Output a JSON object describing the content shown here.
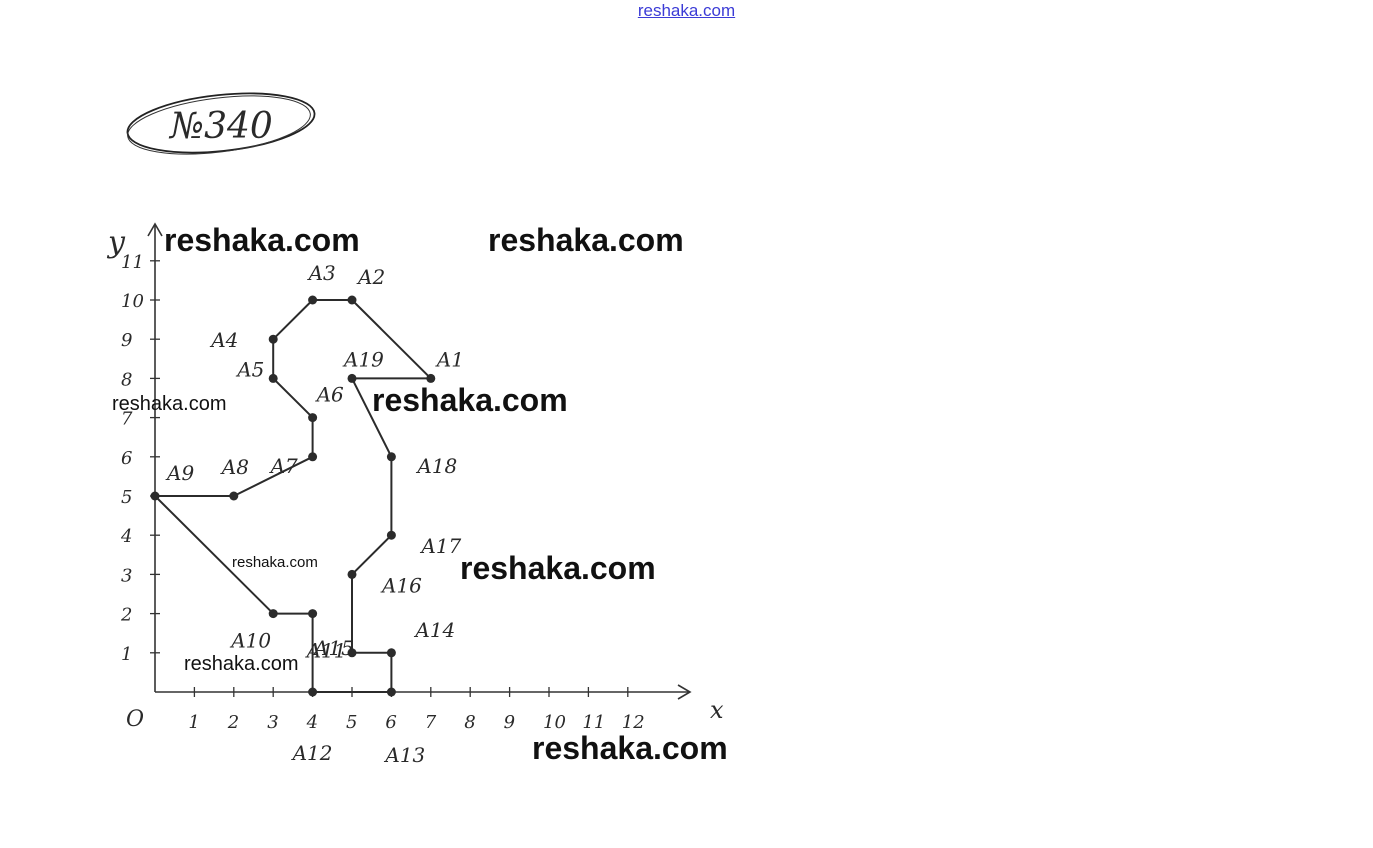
{
  "header": {
    "link_text": "reshaka.com"
  },
  "problem_label": "№340",
  "axes": {
    "x_label": "x",
    "y_label": "y",
    "origin_label": "O",
    "x_ticks": [
      "1",
      "2",
      "3",
      "4",
      "5",
      "6",
      "7",
      "8",
      "9",
      "10",
      "11",
      "12"
    ],
    "y_ticks": [
      "1",
      "2",
      "3",
      "4",
      "5",
      "6",
      "7",
      "8",
      "9",
      "10",
      "11"
    ]
  },
  "points": [
    {
      "name": "A1",
      "x": 7,
      "y": 8
    },
    {
      "name": "A2",
      "x": 5,
      "y": 10
    },
    {
      "name": "A3",
      "x": 4,
      "y": 10
    },
    {
      "name": "A4",
      "x": 3,
      "y": 9
    },
    {
      "name": "A5",
      "x": 3,
      "y": 8
    },
    {
      "name": "A6",
      "x": 4,
      "y": 7
    },
    {
      "name": "A7",
      "x": 4,
      "y": 6
    },
    {
      "name": "A8",
      "x": 2,
      "y": 5
    },
    {
      "name": "A9",
      "x": 0,
      "y": 5
    },
    {
      "name": "A10",
      "x": 3,
      "y": 2
    },
    {
      "name": "A11",
      "x": 4,
      "y": 2
    },
    {
      "name": "A12",
      "x": 4,
      "y": 0
    },
    {
      "name": "A13",
      "x": 6,
      "y": 0
    },
    {
      "name": "A14",
      "x": 6,
      "y": 1
    },
    {
      "name": "A15",
      "x": 5,
      "y": 1
    },
    {
      "name": "A16",
      "x": 5,
      "y": 3
    },
    {
      "name": "A17",
      "x": 6,
      "y": 4
    },
    {
      "name": "A18",
      "x": 6,
      "y": 6
    },
    {
      "name": "A19",
      "x": 5,
      "y": 8
    }
  ],
  "watermarks": {
    "w1": "reshaka.com",
    "w2": "reshaka.com",
    "w3": "reshaka.com",
    "w4": "reshaka.com",
    "w5": "reshaka.com",
    "w6": "reshaka.com",
    "w7": "reshaka.com",
    "w8": "reshaka.com"
  }
}
